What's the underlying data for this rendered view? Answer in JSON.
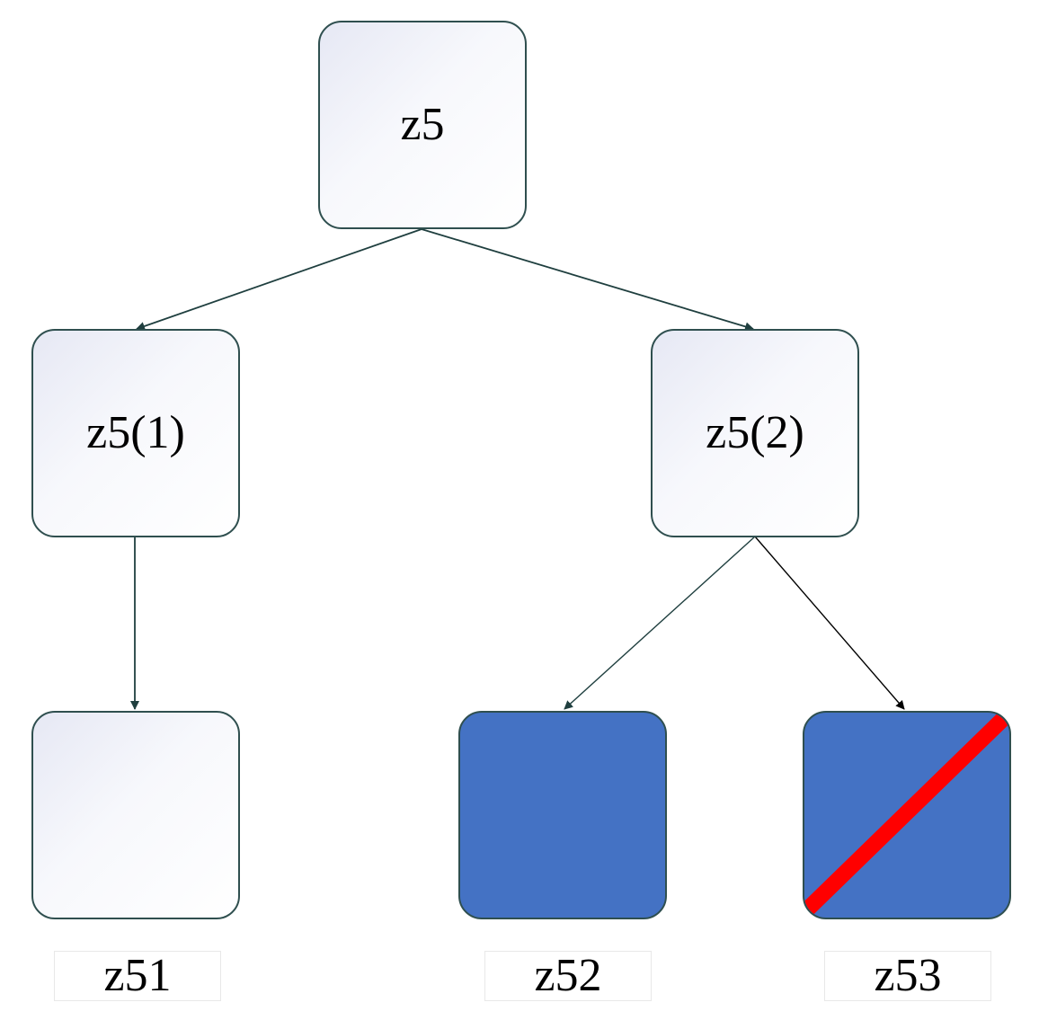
{
  "nodes": {
    "root": {
      "label": "z5"
    },
    "left": {
      "label": "z5(1)"
    },
    "right": {
      "label": "z5(2)"
    },
    "leaf1": {
      "label": ""
    },
    "leaf2": {
      "label": ""
    },
    "leaf3": {
      "label": ""
    }
  },
  "captions": {
    "leaf1": "z51",
    "leaf2": "z52",
    "leaf3": "z53"
  },
  "colors": {
    "node_border": "#2f4f4f",
    "node_fill_light": "#f7f8fc",
    "node_fill_blue": "#4472c4",
    "edge": "#1f3f3f",
    "strike": "#ff0000"
  }
}
